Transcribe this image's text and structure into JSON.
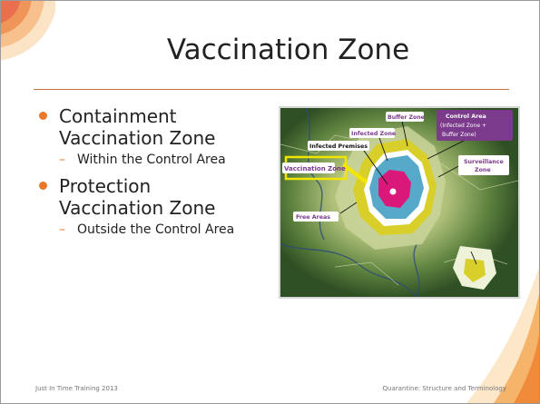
{
  "slide": {
    "title": "Vaccination Zone",
    "bullets": [
      {
        "text": "Containment Vaccination Zone",
        "sub": "Within the Control Area"
      },
      {
        "text": "Protection Vaccination Zone",
        "sub": "Outside the Control Area"
      }
    ]
  },
  "map": {
    "labels": {
      "buffer_zone": "Buffer Zone",
      "control_area": "Control Area",
      "control_area_detail_1": "(Infected Zone +",
      "control_area_detail_2": "Buffer Zone)",
      "infected_zone": "Infected Zone",
      "infected_premises": "Infected Premises",
      "vaccination_zone": "Vaccination Zone",
      "surveillance_zone_1": "Surveillance",
      "surveillance_zone_2": "Zone",
      "free_areas": "Free Areas"
    }
  },
  "footer": {
    "left": "Just In Time Training 2013",
    "right": "Quarantine: Structure and Terminology"
  },
  "colors": {
    "accent": "#e8782a",
    "rule": "#c9734e",
    "infected_premises": "#d9187a",
    "infected_zone": "#57a9c9",
    "buffer_zone": "#d9cf2a",
    "vaccination_highlight": "#f2e600",
    "label_purple": "#7b3a8c"
  }
}
